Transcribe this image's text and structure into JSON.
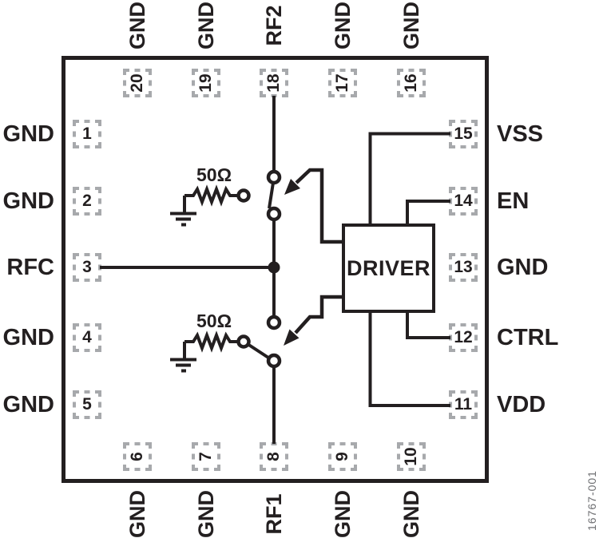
{
  "figure": {
    "number": "16767-001"
  },
  "driver": {
    "label": "DRIVER"
  },
  "resistors": {
    "top": "50Ω",
    "bottom": "50Ω"
  },
  "pins": {
    "top": [
      {
        "num": "20",
        "label": "GND"
      },
      {
        "num": "19",
        "label": "GND"
      },
      {
        "num": "18",
        "label": "RF2"
      },
      {
        "num": "17",
        "label": "GND"
      },
      {
        "num": "16",
        "label": "GND"
      }
    ],
    "left": [
      {
        "num": "1",
        "label": "GND"
      },
      {
        "num": "2",
        "label": "GND"
      },
      {
        "num": "3",
        "label": "RFC"
      },
      {
        "num": "4",
        "label": "GND"
      },
      {
        "num": "5",
        "label": "GND"
      }
    ],
    "right": [
      {
        "num": "15",
        "label": "VSS"
      },
      {
        "num": "14",
        "label": "EN"
      },
      {
        "num": "13",
        "label": "GND"
      },
      {
        "num": "12",
        "label": "CTRL"
      },
      {
        "num": "11",
        "label": "VDD"
      }
    ],
    "bottom": [
      {
        "num": "6",
        "label": "GND"
      },
      {
        "num": "7",
        "label": "GND"
      },
      {
        "num": "8",
        "label": "RF1"
      },
      {
        "num": "9",
        "label": "GND"
      },
      {
        "num": "10",
        "label": "GND"
      }
    ]
  },
  "colors": {
    "ink": "#231f20",
    "pin_dash_gray": "#a7a9ac",
    "figure_number_gray": "#6d6e71",
    "background": "#ffffff"
  }
}
